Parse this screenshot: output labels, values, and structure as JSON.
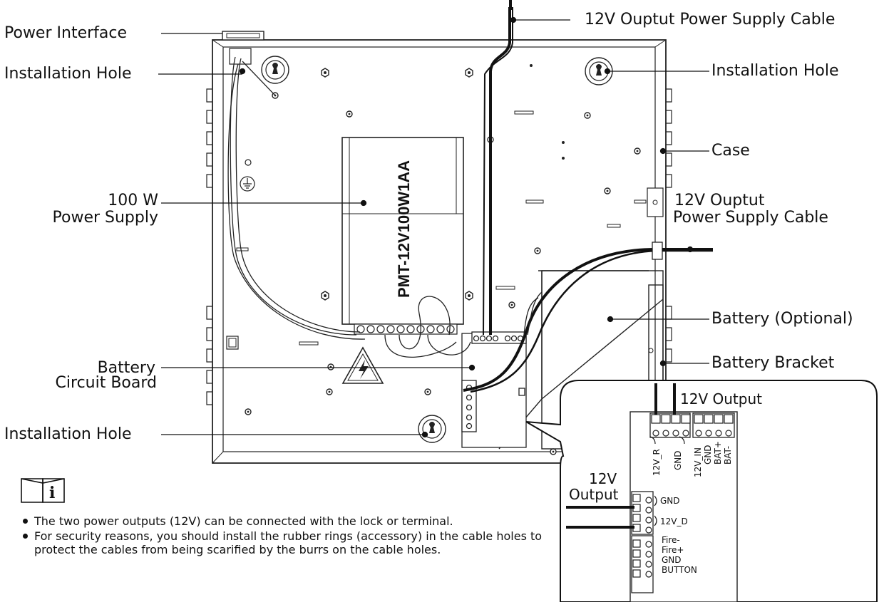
{
  "labels": {
    "power_interface": "Power Interface",
    "installation_hole_top_left": "Installation Hole",
    "installation_hole_top_right": "Installation Hole",
    "installation_hole_bottom": "Installation Hole",
    "output_cable_top": "12V Ouptut Power Supply Cable",
    "case": "Case",
    "output_cable_side_line1": "12V Ouptut",
    "output_cable_side_line2": "Power Supply Cable",
    "power_supply_line1": "100 W",
    "power_supply_line2": "Power Supply",
    "battery": "Battery (Optional)",
    "battery_bracket": "Battery Bracket",
    "circuit_board_line1": "Battery",
    "circuit_board_line2": "Circuit Board",
    "power_supply_model": "PMT-12V100W1AA"
  },
  "callout": {
    "top_output_label": "12V Output",
    "left_output_line1": "12V",
    "left_output_line2": "Output",
    "terminal_12v_r": "12V_R",
    "terminal_gnd_top": "GND",
    "terminal_12v_in": "12V_IN",
    "terminal_gnd_in": "GND",
    "terminal_bat_plus": "BAT+",
    "terminal_bat_minus": "BAT-",
    "side_gnd": "GND",
    "side_12v_d": "12V_D",
    "side_fire_minus": "Fire-",
    "side_fire_plus": "Fire+",
    "side_gnd_2": "GND",
    "side_button": "BUTTON"
  },
  "notes": {
    "icon": "info-book-icon",
    "items": [
      "The two power outputs (12V) can be connected with the lock or terminal.",
      "For security reasons, you should install the rubber rings (accessory) in the cable holes to protect the cables from being scarified by the burrs on the cable holes."
    ]
  }
}
